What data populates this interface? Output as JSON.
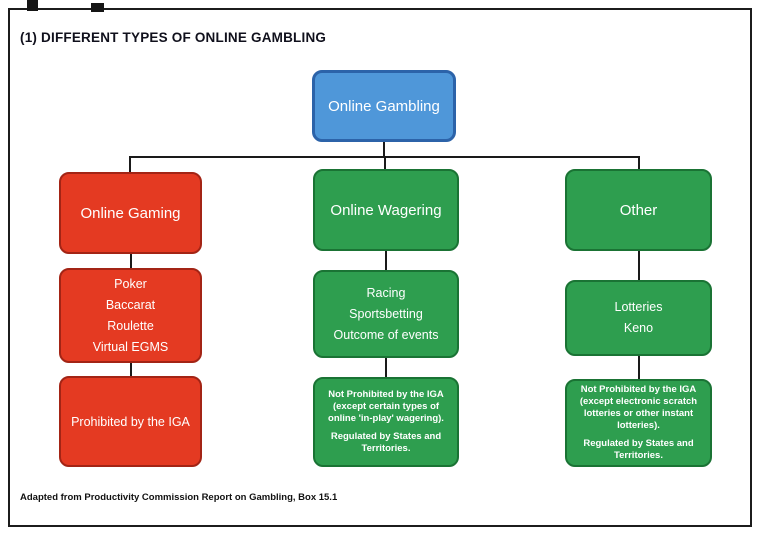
{
  "page": {
    "title": "(1) DIFFERENT TYPES OF ONLINE GAMBLING",
    "footer": "Adapted from Productivity Commission Report on Gambling, Box 15.1"
  },
  "colors": {
    "root_fill": "#4f97d9",
    "root_border": "#2c63a9",
    "gaming_fill": "#e43a22",
    "gaming_border": "#a32415",
    "wagering_fill": "#2e9e4f",
    "wagering_border": "#1a7334",
    "connector": "#1a1a1a"
  },
  "nodes": {
    "root": {
      "label": "Online Gambling"
    },
    "gaming": {
      "label": "Online Gaming"
    },
    "wagering": {
      "label": "Online Wagering"
    },
    "other": {
      "label": "Other"
    },
    "gaming_items": [
      "Poker",
      "Baccarat",
      "Roulette",
      "Virtual EGMS"
    ],
    "wagering_items": [
      "Racing",
      "Sportsbetting",
      "Outcome of events"
    ],
    "other_items": [
      "Lotteries",
      "Keno"
    ],
    "gaming_note": "Prohibited by the IGA",
    "wagering_note": [
      "Not Prohibited by the IGA (except certain types of online 'in-play' wagering).",
      "Regulated by States and Territories."
    ],
    "other_note": [
      "Not Prohibited by the IGA (except electronic scratch lotteries or other instant lotteries).",
      "Regulated by States and Territories."
    ]
  }
}
